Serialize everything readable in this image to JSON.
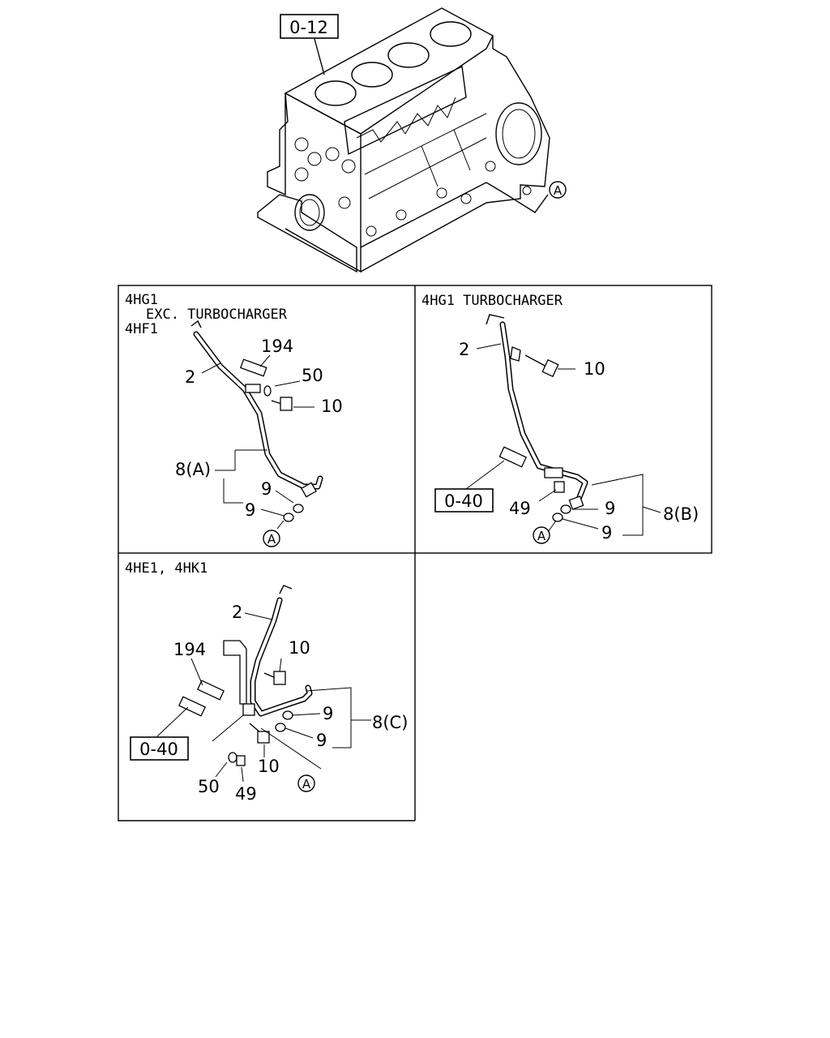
{
  "top": {
    "ref_box": "0-12",
    "callout_A": "A"
  },
  "panels": [
    {
      "id": "p1",
      "header_lines": [
        "4HG1",
        "EXC. TURBOCHARGER",
        "4HF1"
      ],
      "labels": {
        "pipe": "2",
        "part_194": "194",
        "part_50": "50",
        "bolt": "10",
        "assy": "8(A)",
        "washer_a": "9",
        "washer_b": "9",
        "callout": "A"
      }
    },
    {
      "id": "p2",
      "header_lines": [
        "4HG1 TURBOCHARGER"
      ],
      "labels": {
        "pipe": "2",
        "bolt": "10",
        "ref_box": "0-40",
        "nut": "49",
        "washer_a": "9",
        "washer_b": "9",
        "assy": "8(B)",
        "callout": "A"
      }
    },
    {
      "id": "p3",
      "header_lines": [
        "4HE1, 4HK1"
      ],
      "labels": {
        "pipe": "2",
        "part_194": "194",
        "bolt_top": "10",
        "ref_box": "0-40",
        "washer_a": "9",
        "washer_b": "9",
        "assy": "8(C)",
        "bolt_bottom": "10",
        "part_50": "50",
        "nut": "49",
        "callout": "A"
      }
    }
  ]
}
